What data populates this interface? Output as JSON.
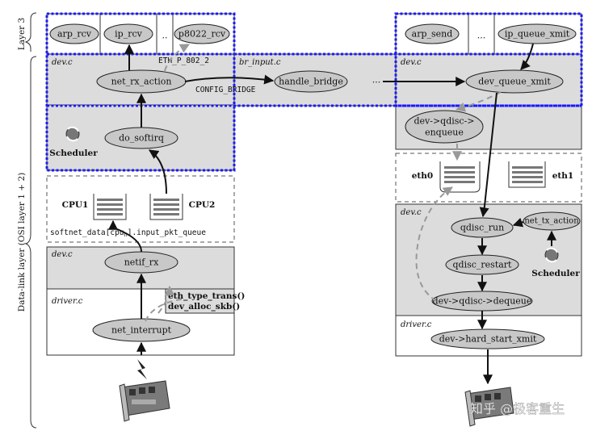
{
  "layers": {
    "layer3": "Layer 3",
    "datalink": "Data-link layer (OSI layer 1 + 2)"
  },
  "files": {
    "devc": "dev.c",
    "br_input": "br_input.c",
    "driverc": "driver.c"
  },
  "left_top_cells": [
    "arp_rcv",
    "ip_rcv",
    "..",
    "p8022_rcv"
  ],
  "right_top_cells": [
    "arp_send",
    "...",
    "ip_queue_xmit"
  ],
  "nodes": {
    "net_rx_action": "net_rx_action",
    "handle_bridge": "handle_bridge",
    "dev_queue_xmit": "dev_queue_xmit",
    "qdisc_enqueue_1": "dev->qdisc->",
    "qdisc_enqueue_2": "enqueue",
    "do_softirq": "do_softirq",
    "netif_rx": "netif_rx",
    "net_interrupt": "net_interrupt",
    "qdisc_run": "qdisc_run",
    "net_tx_action": "net_tx_action",
    "qdisc_restart": "qdisc_restart",
    "dequeue": "dev->qdisc->dequeue",
    "hard_start_xmit": "dev->hard_start_xmit"
  },
  "labels": {
    "eth_p_802_2": "ETH_P_802_2",
    "config_bridge": "CONFIG_BRIDGE",
    "ellipsis": "...",
    "scheduler_left": "Scheduler",
    "scheduler_right": "Scheduler",
    "cpu1": "CPU1",
    "cpu2": "CPU2",
    "softnet": "softnet_data[cpu",
    "softnet_sub": "n",
    "softnet_tail": "].input_pkt_queue",
    "eth_type_trans": "eth_type_trans()",
    "dev_alloc_skb": "dev_alloc_skb()",
    "eth0": "eth0",
    "eth1": "eth1"
  },
  "watermark": "知乎 @极客重生"
}
